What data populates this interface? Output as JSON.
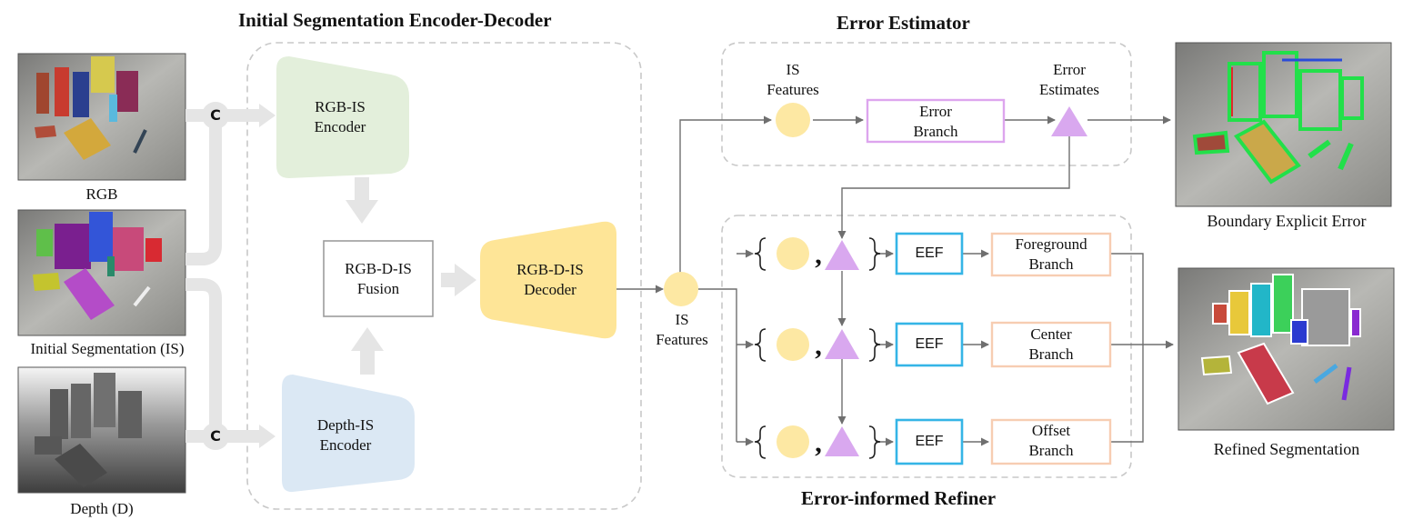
{
  "titles": {
    "is_encoder_decoder": "Initial Segmentation Encoder-Decoder",
    "error_estimator": "Error Estimator",
    "error_refiner": "Error-informed Refiner"
  },
  "inputs": {
    "rgb": "RGB",
    "initial_segmentation": "Initial Segmentation (IS)",
    "depth": "Depth (D)",
    "concat_symbol": "C"
  },
  "encoder_decoder": {
    "rgb_is_encoder": [
      "RGB-IS",
      "Encoder"
    ],
    "fusion": [
      "RGB-D-IS",
      "Fusion"
    ],
    "depth_is_encoder": [
      "Depth-IS",
      "Encoder"
    ],
    "decoder": [
      "RGB-D-IS",
      "Decoder"
    ],
    "is_features": [
      "IS",
      "Features"
    ]
  },
  "error_estimator": {
    "is_features": [
      "IS",
      "Features"
    ],
    "error_branch": [
      "Error",
      "Branch"
    ],
    "error_estimates": [
      "Error",
      "Estimates"
    ]
  },
  "refiner": {
    "eef_label": "EEF",
    "comma": ",",
    "foreground_branch": [
      "Foreground",
      "Branch"
    ],
    "center_branch": [
      "Center",
      "Branch"
    ],
    "offset_branch": [
      "Offset",
      "Branch"
    ]
  },
  "outputs": {
    "boundary_error": "Boundary Explicit Error",
    "refined_segmentation": "Refined Segmentation"
  },
  "colors": {
    "rgb_encoder": "#e3efdb",
    "depth_encoder": "#dbe8f4",
    "decoder": "#fee597",
    "feature_circle": "#fde8a3",
    "error_triangle": "#d9a8ef",
    "error_branch_border": "#dda5ee",
    "eef_border": "#35b5e6",
    "branch_border": "#f7cdb2",
    "arrow": "#6f6f6f",
    "thick_arrow": "#e5e5e5",
    "dashed_border": "#c8c8c8"
  }
}
